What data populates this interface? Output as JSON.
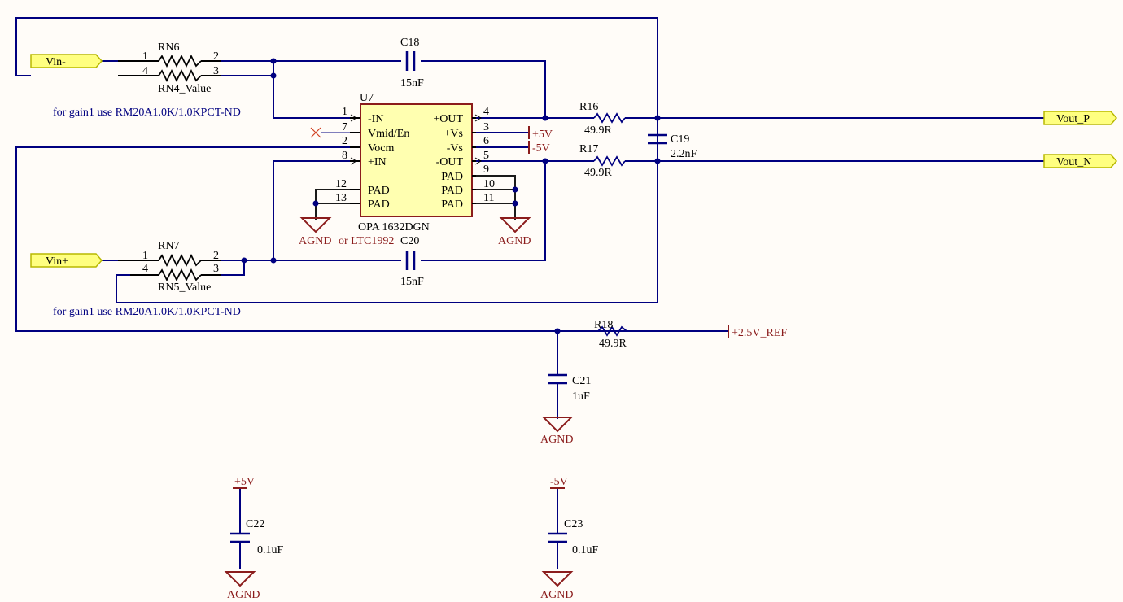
{
  "ports": {
    "vin_minus": "Vin-",
    "vin_plus": "Vin+",
    "vout_p": "Vout_P",
    "vout_n": "Vout_N"
  },
  "ic": {
    "designator": "U7",
    "part": "OPA 1632DGN",
    "alt_part": "or LTC1992",
    "left_pins": [
      {
        "num": "1",
        "name": "-IN"
      },
      {
        "num": "7",
        "name": "Vmid/En"
      },
      {
        "num": "2",
        "name": "Vocm"
      },
      {
        "num": "8",
        "name": "+IN"
      },
      {
        "num": "12",
        "name": "PAD"
      },
      {
        "num": "13",
        "name": "PAD"
      }
    ],
    "right_pins": [
      {
        "num": "4",
        "name": "+OUT"
      },
      {
        "num": "3",
        "name": "+Vs"
      },
      {
        "num": "6",
        "name": "-Vs"
      },
      {
        "num": "5",
        "name": "-OUT"
      },
      {
        "num": "9",
        "name": "PAD"
      },
      {
        "num": "10",
        "name": "PAD"
      },
      {
        "num": "11",
        "name": "PAD"
      }
    ]
  },
  "resistor_networks": {
    "rn6": {
      "designator": "RN6",
      "pins": [
        "1",
        "2",
        "4",
        "3"
      ]
    },
    "rn4": {
      "value": "RN4_Value"
    },
    "rn7": {
      "designator": "RN7",
      "pins": [
        "1",
        "2",
        "4",
        "3"
      ]
    },
    "rn5": {
      "value": "RN5_Value"
    }
  },
  "notes": {
    "gain_note_top": "for gain1 use RM20A1.0K/1.0KPCT-ND",
    "gain_note_bottom": "for gain1 use RM20A1.0K/1.0KPCT-ND"
  },
  "components": {
    "c18": {
      "designator": "C18",
      "value": "15nF"
    },
    "c20": {
      "designator": "C20",
      "value": "15nF"
    },
    "c19": {
      "designator": "C19",
      "value": "2.2nF"
    },
    "c21": {
      "designator": "C21",
      "value": "1uF"
    },
    "c22": {
      "designator": "C22",
      "value": "0.1uF"
    },
    "c23": {
      "designator": "C23",
      "value": "0.1uF"
    },
    "r16": {
      "designator": "R16",
      "value": "49.9R"
    },
    "r17": {
      "designator": "R17",
      "value": "49.9R"
    },
    "r18": {
      "designator": "R18",
      "value": "49.9R"
    }
  },
  "power": {
    "plus5": "+5V",
    "minus5": "-5V",
    "ref": "+2.5V_REF",
    "agnd": "AGND"
  },
  "colors": {
    "wire": "#000080",
    "symbol": "#8b1c1c",
    "port_fill": "#ffff80",
    "ic_fill": "#ffffb0",
    "background": "#fffcf8"
  }
}
